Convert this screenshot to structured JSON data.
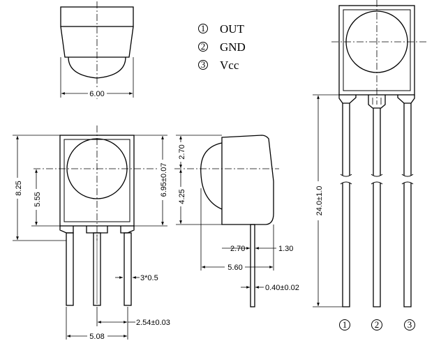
{
  "legend": {
    "items": [
      {
        "number": "1",
        "label": "OUT"
      },
      {
        "number": "2",
        "label": "GND"
      },
      {
        "number": "3",
        "label": "Vcc"
      }
    ]
  },
  "top_view": {
    "width_dim": "6.00"
  },
  "front_view": {
    "height_dim": "8.25",
    "body_height_dim": "5.55",
    "lens_offset_dim": "6.95±0.07",
    "pin_width_dim": "3*0.5",
    "pitch_dim": "2.54±0.03",
    "span_dim": "5.08"
  },
  "side_view": {
    "upper_dim": "2.70",
    "lower_dim": "4.25",
    "lens_depth_dim": "2.70",
    "body_step_dim": "1.30",
    "depth_dim": "5.60",
    "pin_thickness_dim": "0.40±0.02"
  },
  "right_view": {
    "lead_length_dim": "24.0±1.0",
    "pin_labels": [
      "1",
      "2",
      "3"
    ]
  }
}
